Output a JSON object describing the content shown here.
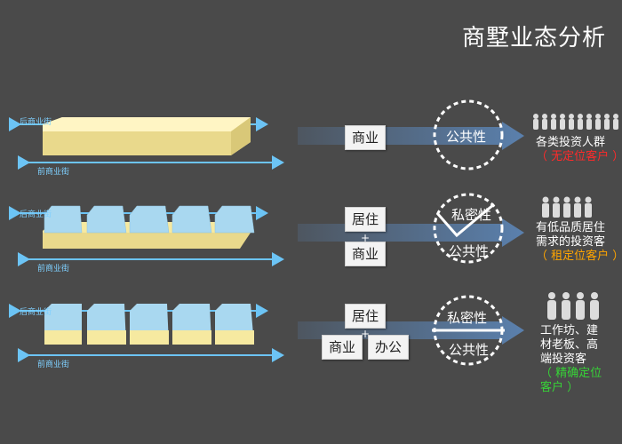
{
  "title": "商墅业态分析",
  "rows": [
    {
      "rear_street": "后商业街",
      "front_street": "前商业街",
      "labels": [
        "商业"
      ],
      "circle": {
        "upper": "",
        "lower": "公共性"
      },
      "desc": {
        "lines": [
          "各类投资人群"
        ],
        "highlight": "（ 无定位客户 ）",
        "highlight_color": "red"
      }
    },
    {
      "rear_street": "后商业街",
      "front_street": "前商业街",
      "labels": [
        "居住",
        "商业"
      ],
      "plus": "+",
      "circle": {
        "upper": "私密性",
        "lower": "公共性"
      },
      "desc": {
        "lines": [
          "有低品质居住",
          "需求的投资客"
        ],
        "highlight": "（ 租定位客户 ）",
        "highlight_color": "orange"
      }
    },
    {
      "rear_street": "后商业街",
      "front_street": "前商业街",
      "labels": [
        "居住",
        "商业",
        "办公"
      ],
      "plus": "+",
      "circle": {
        "upper": "私密性",
        "lower": "公共性"
      },
      "desc": {
        "lines": [
          "工作坊、建",
          "材老板、高",
          "端投资客"
        ],
        "highlight": "（ 精确定位",
        "highlight2": "客户 ）",
        "highlight_color": "green"
      }
    }
  ],
  "colors": {
    "slab": "#f6e9a0",
    "module": "#a9d8f0",
    "arrow": "#5b9bd5",
    "street": "#6cc4f5"
  }
}
